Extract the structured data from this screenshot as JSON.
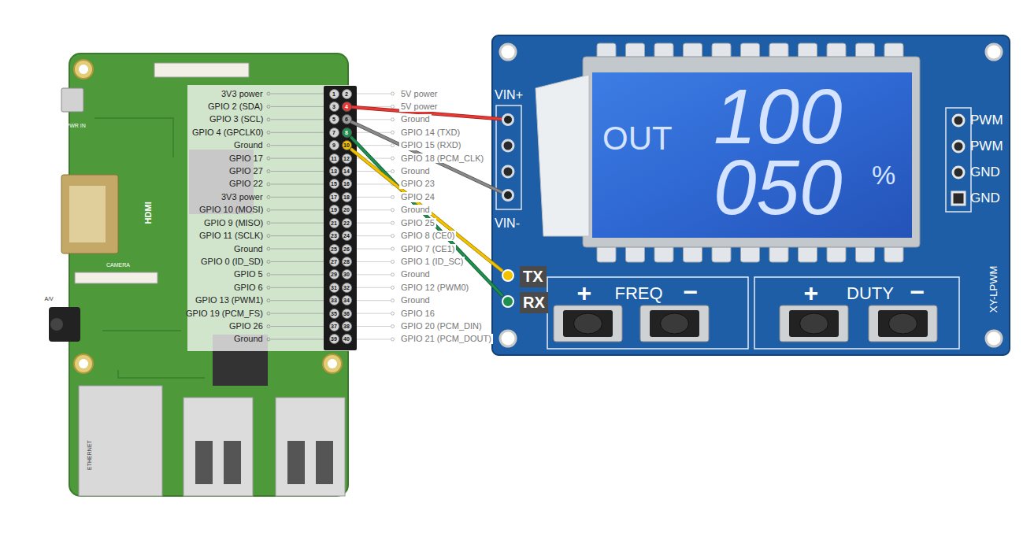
{
  "diagram": {
    "nodes": [
      {
        "text": [
          "4"
        ]
      },
      {
        "text": [
          "6"
        ]
      },
      {
        "text": [
          "8"
        ]
      },
      {
        "text": [
          "10"
        ]
      },
      {
        "text": [
          "VIN+"
        ]
      },
      {
        "text": [
          "VIN-"
        ]
      },
      {
        "text": [
          "TX"
        ]
      },
      {
        "text": [
          "RX"
        ]
      }
    ],
    "edges": [
      {
        "from": 0,
        "to": 4,
        "arrow": "none"
      },
      {
        "from": 1,
        "to": 5,
        "arrow": "none"
      },
      {
        "from": 2,
        "to": 7,
        "arrow": "none"
      },
      {
        "from": 3,
        "to": 6,
        "arrow": "none"
      }
    ],
    "labels": [
      "3V3 power",
      "GPIO 2 (SDA)",
      "GPIO 3 (SCL)",
      "GPIO 4 (GPCLK0)",
      "Ground",
      "GPIO 17",
      "GPIO 27",
      "GPIO 22",
      "3V3 power",
      "GPIO 10 (MOSI)",
      "GPIO 9 (MISO)",
      "GPIO 11 (SCLK)",
      "Ground",
      "GPIO 0 (ID_SD)",
      "GPIO 5",
      "GPIO 6",
      "GPIO 13 (PWM1)",
      "GPIO 19 (PCM_FS)",
      "GPIO 26",
      "Ground",
      "5V power",
      "5V power",
      "Ground",
      "GPIO 14 (TXD)",
      "GPIO 15 (RXD)",
      "GPIO 18 (PCM_CLK)",
      "Ground",
      "GPIO 23",
      "GPIO 24",
      "Ground",
      "GPIO 25",
      "GPIO 8 (CE0)",
      "GPIO 7 (CE1)",
      "GPIO 1 (ID_SC)",
      "Ground",
      "GPIO 12 (PWM0)",
      "Ground",
      "GPIO 16",
      "GPIO 20 (PCM_DIN)",
      "GPIO 21 (PCM_DOUT)",
      "1",
      "2",
      "3",
      "5",
      "7",
      "9",
      "11",
      "12",
      "13",
      "14",
      "15",
      "16",
      "17",
      "18",
      "19",
      "20",
      "21",
      "22",
      "23",
      "24",
      "25",
      "26",
      "27",
      "28",
      "29",
      "30",
      "31",
      "32",
      "33",
      "34",
      "35",
      "36",
      "37",
      "38",
      "39",
      "40",
      "OUT",
      "100",
      "050",
      "%",
      "PWM",
      "PWM",
      "GND",
      "GND",
      "+",
      "FREQ",
      "−",
      "+",
      "DUTY",
      "−",
      "XY-LPWM",
      "PWR IN",
      "HDMI",
      "CAMERA",
      "A/V",
      "ETHERNET"
    ]
  }
}
